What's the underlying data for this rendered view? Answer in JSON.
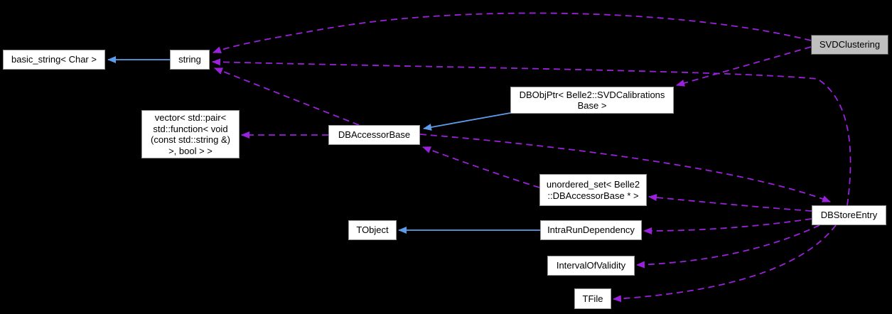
{
  "diagram": {
    "kind": "class-collaboration-graph",
    "colors": {
      "background": "#000000",
      "node_fill": "#ffffff",
      "node_border": "#979797",
      "node_text": "#000000",
      "highlight_fill": "#bfbfbf",
      "highlight_border": "#4a4a4a",
      "inheritance_arrow": "#5e9ceb",
      "usage_arrow": "#9c21dd"
    },
    "nodes": {
      "basic_string": {
        "label": "basic_string< Char >"
      },
      "string": {
        "label": "string"
      },
      "svdclustering": {
        "label": "SVDClustering",
        "highlighted": true
      },
      "dbobjptr": {
        "label": "DBObjPtr< Belle2::SVDCalibrations\nBase >"
      },
      "vector_pair": {
        "label": "vector< std::pair<\nstd::function< void\n(const std::string &)\n>, bool > >"
      },
      "dbaccessorbase": {
        "label": "DBAccessorBase"
      },
      "unordered_set": {
        "label": "unordered_set< Belle2\n::DBAccessorBase * >"
      },
      "tobject": {
        "label": "TObject"
      },
      "intrarundependency": {
        "label": "IntraRunDependency"
      },
      "intervalofvalidity": {
        "label": "IntervalOfValidity"
      },
      "dbstoreentry": {
        "label": "DBStoreEntry"
      },
      "tfile": {
        "label": "TFile"
      }
    },
    "edges": [
      {
        "from": "string",
        "to": "basic_string",
        "type": "inheritance"
      },
      {
        "from": "dbobjptr",
        "to": "dbaccessorbase",
        "type": "inheritance"
      },
      {
        "from": "intrarundependency",
        "to": "tobject",
        "type": "inheritance"
      },
      {
        "from": "svdclustering",
        "to": "string",
        "type": "usage"
      },
      {
        "from": "svdclustering",
        "to": "dbobjptr",
        "type": "usage"
      },
      {
        "from": "dbaccessorbase",
        "to": "string",
        "type": "usage"
      },
      {
        "from": "dbaccessorbase",
        "to": "vector_pair",
        "type": "usage"
      },
      {
        "from": "dbaccessorbase",
        "to": "dbstoreentry",
        "type": "usage"
      },
      {
        "from": "unordered_set",
        "to": "dbaccessorbase",
        "type": "usage"
      },
      {
        "from": "dbstoreentry",
        "to": "string",
        "type": "usage"
      },
      {
        "from": "dbstoreentry",
        "to": "unordered_set",
        "type": "usage"
      },
      {
        "from": "dbstoreentry",
        "to": "intrarundependency",
        "type": "usage"
      },
      {
        "from": "dbstoreentry",
        "to": "intervalofvalidity",
        "type": "usage"
      },
      {
        "from": "dbstoreentry",
        "to": "tfile",
        "type": "usage"
      }
    ]
  }
}
